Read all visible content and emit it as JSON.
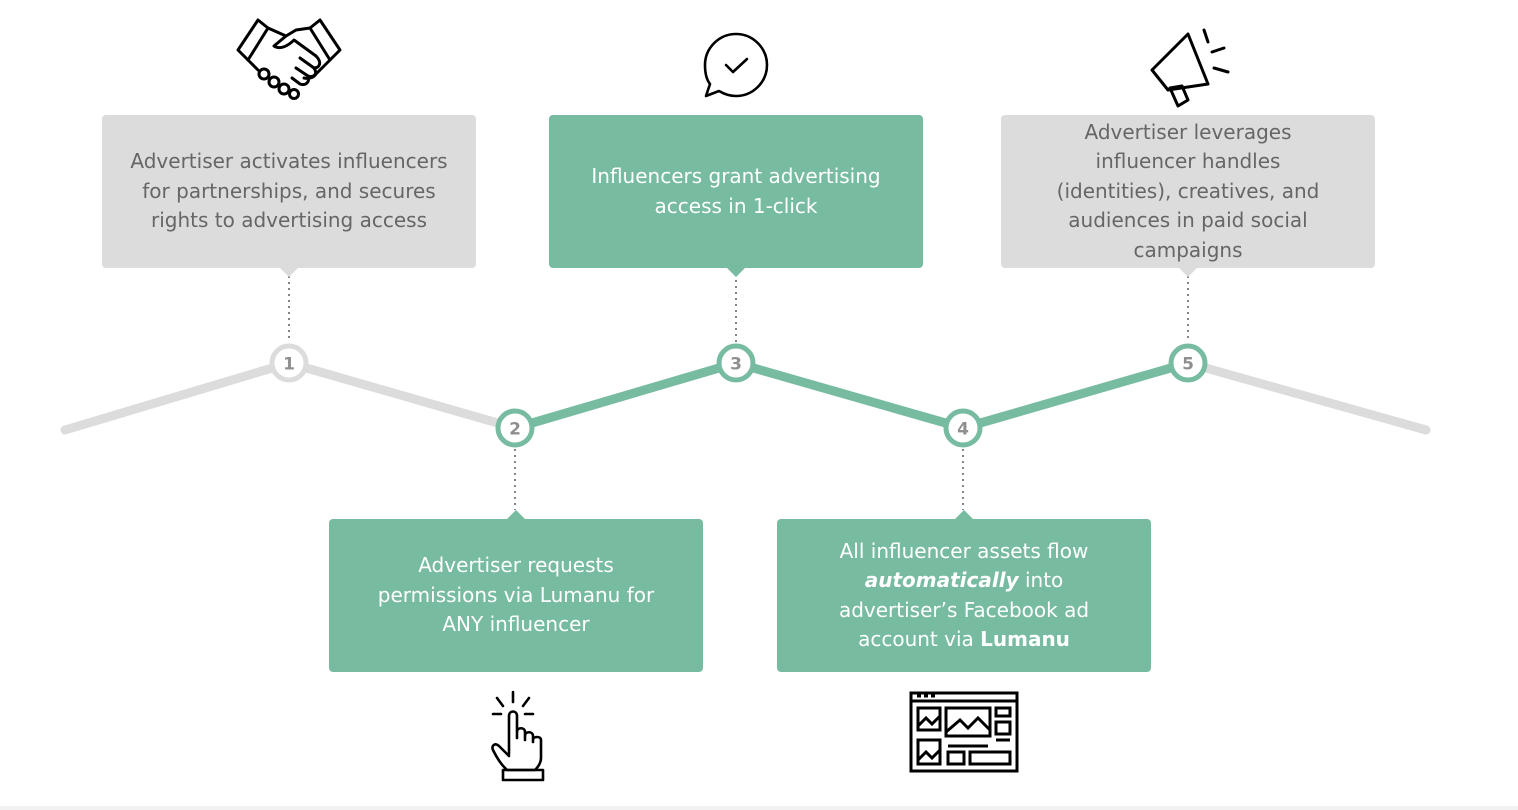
{
  "steps": [
    {
      "number": "1",
      "text": "Advertiser activates influencers for partnerships, and secures rights to advertising access",
      "style": "grey",
      "icon": "handshake-icon"
    },
    {
      "number": "2",
      "text": "Advertiser requests permissions via Lumanu for ANY influencer",
      "style": "green",
      "icon": "pointing-hand-click-icon"
    },
    {
      "number": "3",
      "text": "Influencers grant advertising access in 1-click",
      "style": "green",
      "icon": "chat-checkmark-icon"
    },
    {
      "number": "4",
      "text_parts": [
        "All influencer assets flow ",
        "automatically",
        " into advertiser’s Facebook ad account via ",
        "Lumanu"
      ],
      "style": "green",
      "icon": "ad-layout-dashboard-icon"
    },
    {
      "number": "5",
      "text": "Advertiser leverages influencer handles (identities), creatives, and audiences in paid social campaigns",
      "style": "grey",
      "icon": "megaphone-icon"
    }
  ],
  "colors": {
    "green": "#77bba1",
    "grey": "#dcdcdc",
    "grey_text": "#666666",
    "node_text": "#8f8f8f"
  }
}
